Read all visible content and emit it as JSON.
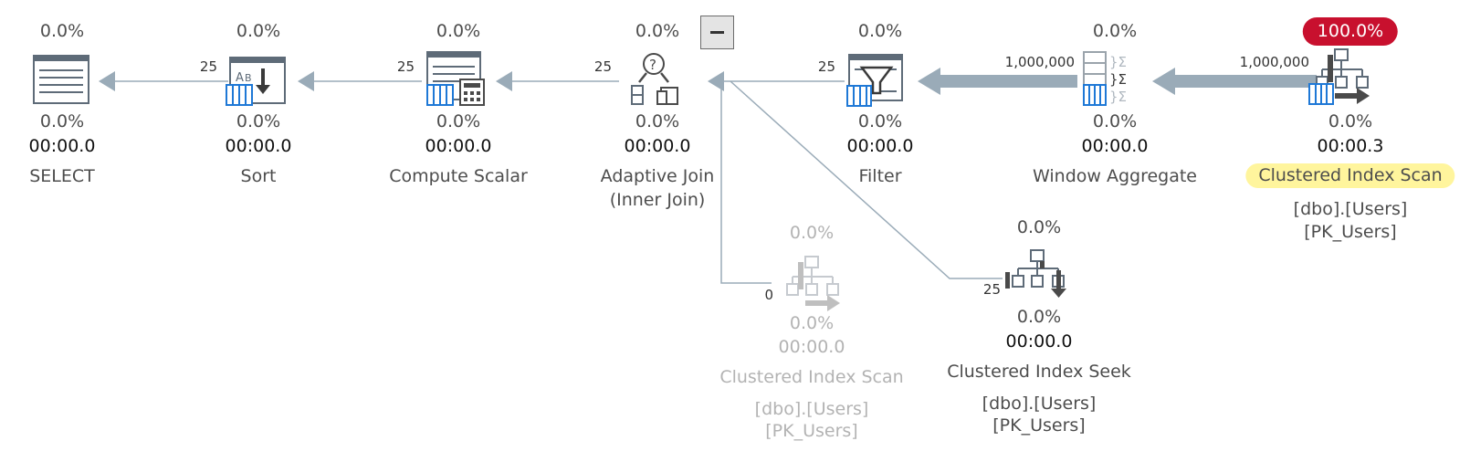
{
  "plan": {
    "collapse_button": {
      "label": "−"
    },
    "operators": {
      "select": {
        "cost": "0.0%",
        "cpu": "0.0%",
        "elapsed": "00:00.0",
        "name": "SELECT",
        "icon": "select-icon"
      },
      "sort": {
        "cost": "0.0%",
        "cpu": "0.0%",
        "elapsed": "00:00.0",
        "name": "Sort",
        "icon": "sort-icon"
      },
      "compute_scalar": {
        "cost": "0.0%",
        "cpu": "0.0%",
        "elapsed": "00:00.0",
        "name": "Compute Scalar",
        "icon": "compute-scalar-icon"
      },
      "adaptive_join": {
        "cost": "0.0%",
        "cpu": "0.0%",
        "elapsed": "00:00.0",
        "name": "Adaptive Join",
        "subname": "(Inner Join)",
        "icon": "adaptive-join-icon"
      },
      "filter": {
        "cost": "0.0%",
        "cpu": "0.0%",
        "elapsed": "00:00.0",
        "name": "Filter",
        "icon": "filter-icon"
      },
      "window_aggregate": {
        "cost": "0.0%",
        "cpu": "0.0%",
        "elapsed": "00:00.0",
        "name": "Window Aggregate",
        "icon": "window-aggregate-icon"
      },
      "clustered_scan_top": {
        "cost": "100.0%",
        "cpu": "0.0%",
        "elapsed": "00:00.3",
        "name": "Clustered Index Scan",
        "object": "[dbo].[Users]",
        "index": "[PK_Users]",
        "icon": "clustered-index-scan-icon"
      },
      "clustered_scan_bottom": {
        "cost": "0.0%",
        "cpu": "0.0%",
        "elapsed": "00:00.0",
        "name": "Clustered Index Scan",
        "object": "[dbo].[Users]",
        "index": "[PK_Users]",
        "icon": "clustered-index-scan-icon",
        "inactive": true
      },
      "clustered_seek": {
        "cost": "0.0%",
        "cpu": "0.0%",
        "elapsed": "00:00.0",
        "name": "Clustered Index Seek",
        "object": "[dbo].[Users]",
        "index": "[PK_Users]",
        "icon": "clustered-index-seek-icon"
      }
    },
    "edges": {
      "sort_to_select": "25",
      "compute_to_sort": "25",
      "join_to_compute": "25",
      "filter_to_join": "25",
      "window_to_filter": "1,000,000",
      "scan_to_window": "1,000,000",
      "scan_bottom_to_join": "0",
      "seek_to_join": "25"
    },
    "colors": {
      "arrow": "#9aabb8",
      "highlight": "#fff59d",
      "badge": "#c8102e",
      "icon_blue": "#1e78d6",
      "icon_dark": "#4a4a4a",
      "inactive": "#b3b3b3"
    }
  }
}
